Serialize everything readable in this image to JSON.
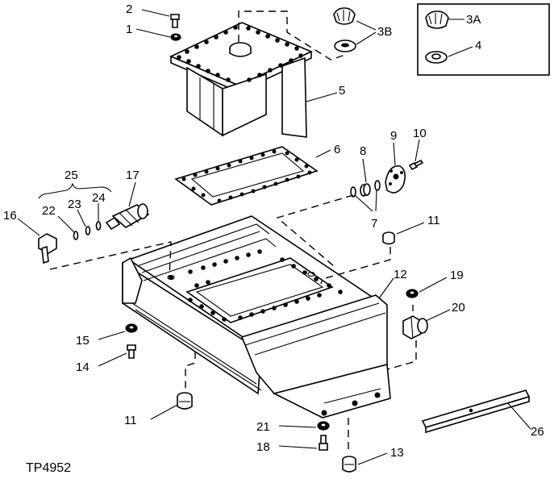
{
  "figure_id": "TP4952",
  "callouts": {
    "c1": "1",
    "c2": "2",
    "c3a": "3A",
    "c3b": "3B",
    "c4": "4",
    "c5": "5",
    "c6": "6",
    "c7": "7",
    "c8": "8",
    "c9": "9",
    "c10": "10",
    "c11a": "11",
    "c11b": "11",
    "c12": "12",
    "c13": "13",
    "c14": "14",
    "c15": "15",
    "c16": "16",
    "c17": "17",
    "c18": "18",
    "c19": "19",
    "c20": "20",
    "c21": "21",
    "c22": "22",
    "c23": "23",
    "c24": "24",
    "c25": "25",
    "c26": "26"
  }
}
